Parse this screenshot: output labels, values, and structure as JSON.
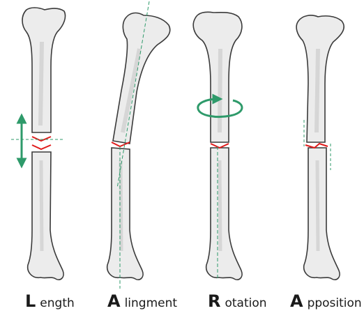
{
  "labels": [
    {
      "letter": "L",
      "rest": "ength"
    },
    {
      "letter": "A",
      "rest": "lingment"
    },
    {
      "letter": "R",
      "rest": "otation"
    },
    {
      "letter": "A",
      "rest": "pposition"
    }
  ],
  "colors": {
    "bone_fill": "#ececec",
    "bone_shade": "#d6d6d6",
    "bone_outline": "#3a3a3a",
    "fracture": "#e01b1b",
    "guide": "#2e9a6a"
  },
  "icons": [
    "double-arrow-icon",
    "rotation-arrow-icon"
  ]
}
